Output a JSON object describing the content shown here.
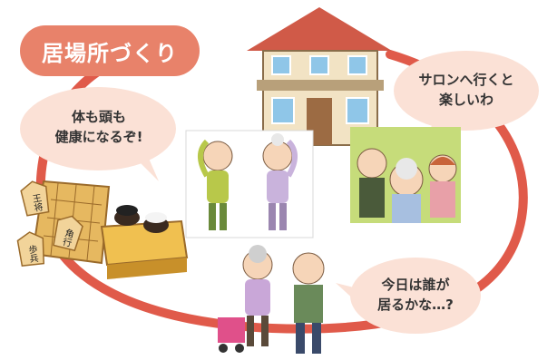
{
  "title": "居場所づくり",
  "bubbles": {
    "health": [
      "体も頭も",
      "健康になるぞ!"
    ],
    "salon": [
      "サロンへ行くと",
      "楽しいわ"
    ],
    "today": [
      "今日は誰が",
      "居るかな…?"
    ]
  },
  "shogi_pieces": [
    "王将",
    "角行",
    "歩兵"
  ],
  "colors": {
    "accent": "#e8826a",
    "bubble": "#fbe1d6",
    "ring": "#e05a4a"
  }
}
